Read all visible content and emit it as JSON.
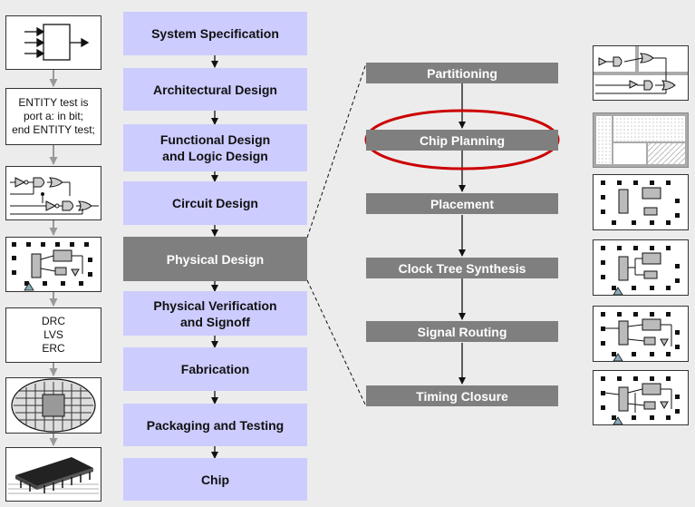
{
  "design_flow": [
    {
      "label": "System Specification"
    },
    {
      "label": "Architectural Design"
    },
    {
      "label": "Functional Design\nand Logic Design"
    },
    {
      "label": "Circuit Design"
    },
    {
      "label": "Physical Design"
    },
    {
      "label": "Physical Verification\nand Signoff"
    },
    {
      "label": "Fabrication"
    },
    {
      "label": "Packaging and Testing"
    },
    {
      "label": "Chip"
    }
  ],
  "physical_design_steps": [
    {
      "label": "Partitioning"
    },
    {
      "label": "Chip Planning"
    },
    {
      "label": "Placement"
    },
    {
      "label": "Clock Tree Synthesis"
    },
    {
      "label": "Signal Routing"
    },
    {
      "label": "Timing Closure"
    }
  ],
  "left_thumbnails": {
    "hdl_code": "ENTITY test is\nport a: in bit;\nend ENTITY test;",
    "verification_checks": "DRC\nLVS\nERC"
  },
  "colors": {
    "flow_box": "#ccccff",
    "active_box": "#7f7f7f",
    "highlight_ellipse": "#cc0000"
  }
}
